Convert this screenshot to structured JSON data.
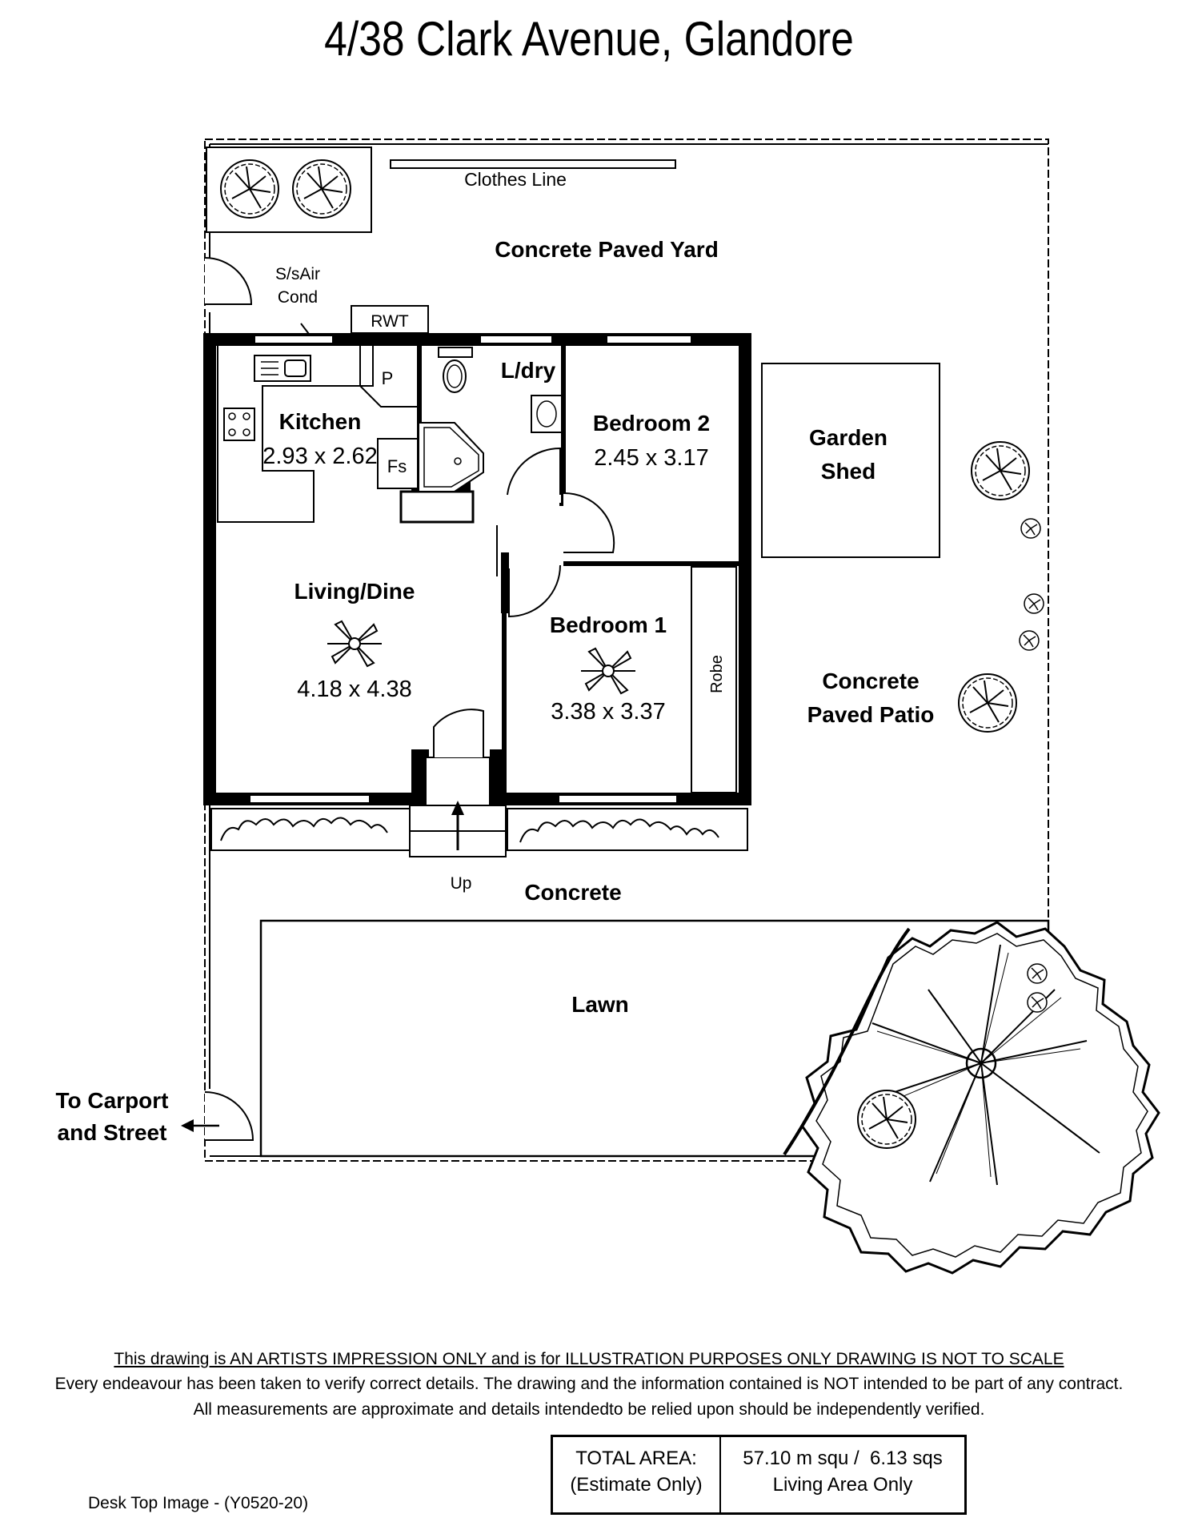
{
  "title": "4/38 Clark Avenue, Glandore",
  "labels": {
    "clothes_line": "Clothes Line",
    "yard": "Concrete Paved Yard",
    "aircon_1": "S/sAir",
    "aircon_2": "Cond",
    "rwt": "RWT",
    "pantry": "P",
    "fridge_space": "Fs",
    "laundry": "L/dry",
    "garden_shed_1": "Garden",
    "garden_shed_2": "Shed",
    "robe": "Robe",
    "patio_1": "Concrete",
    "patio_2": "Paved Patio",
    "up": "Up",
    "concrete": "Concrete",
    "lawn": "Lawn",
    "carport_1": "To Carport",
    "carport_2": "and Street"
  },
  "rooms": [
    {
      "name": "Kitchen",
      "size": "2.93 x 2.62"
    },
    {
      "name": "Bedroom 2",
      "size": "2.45 x 3.17"
    },
    {
      "name": "Living/Dine",
      "size": "4.18 x 4.38"
    },
    {
      "name": "Bedroom 1",
      "size": "3.38 x 3.37"
    }
  ],
  "disclaimer": {
    "line1": "This drawing is AN ARTISTS IMPRESSION ONLY and is for ILLUSTRATION PURPOSES ONLY DRAWING IS NOT TO SCALE",
    "line2": "Every endeavour has been taken to verify correct details. The drawing and the information contained is NOT intended to be part of any contract.",
    "line3": "All measurements are approximate and details intendedto be relied upon should be independently verified."
  },
  "area": {
    "label_1": "TOTAL AREA:",
    "label_2": "(Estimate Only)",
    "value_1": "57.10 m squ /  6.13 sqs",
    "value_2": "Living Area Only"
  },
  "footer": "Desk Top Image - (Y0520-20)"
}
